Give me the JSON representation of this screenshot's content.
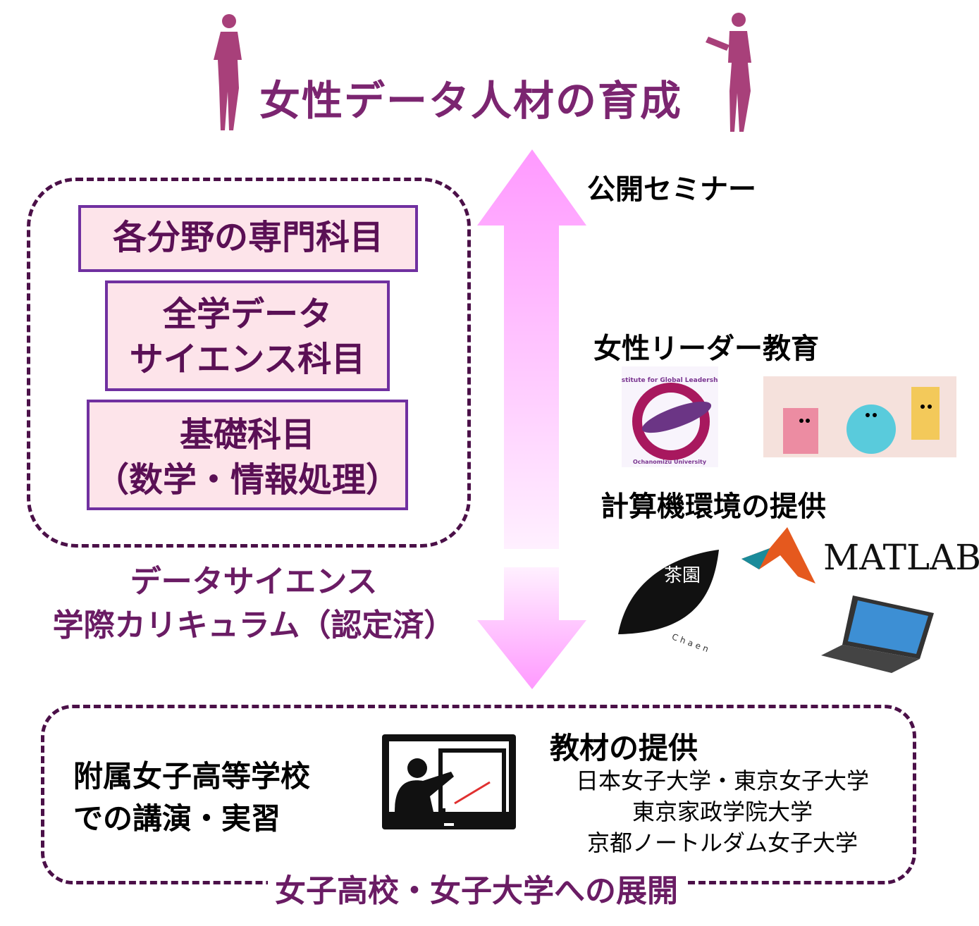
{
  "title": "女性データ人材の育成",
  "curriculum": {
    "boxes": [
      {
        "lines": [
          "各分野の専門科目"
        ]
      },
      {
        "lines": [
          "全学データ",
          "サイエンス科目"
        ]
      },
      {
        "lines": [
          "基礎科目",
          "（数学・情報処理）"
        ]
      }
    ],
    "label_lines": [
      "データサイエンス",
      "学際カリキュラム（認定済）"
    ]
  },
  "right": {
    "seminar": "公開セミナー",
    "leader": "女性リーダー教育",
    "logo_igl_text": "Institute for Global Leadership",
    "logo_igl_sub": "Ochanomizu University",
    "computing": "計算機環境の提供",
    "chaen_logo": "茶園",
    "chaen_sub": "Chaen",
    "matlab": "MATLAB"
  },
  "bottom": {
    "highschool_lines": [
      "附属女子高等学校",
      "での講演・実習"
    ],
    "materials": "教材の提供",
    "universities": [
      "日本女子大学・東京女子大学",
      "東京家政学院大学",
      "京都ノートルダム女子大学"
    ],
    "label": "女子高校・女子大学への展開"
  },
  "colors": {
    "accent": "#7b2570",
    "box_border": "#7030a0",
    "box_fill": "#fde4ea",
    "arrow": "#ff99ff"
  }
}
